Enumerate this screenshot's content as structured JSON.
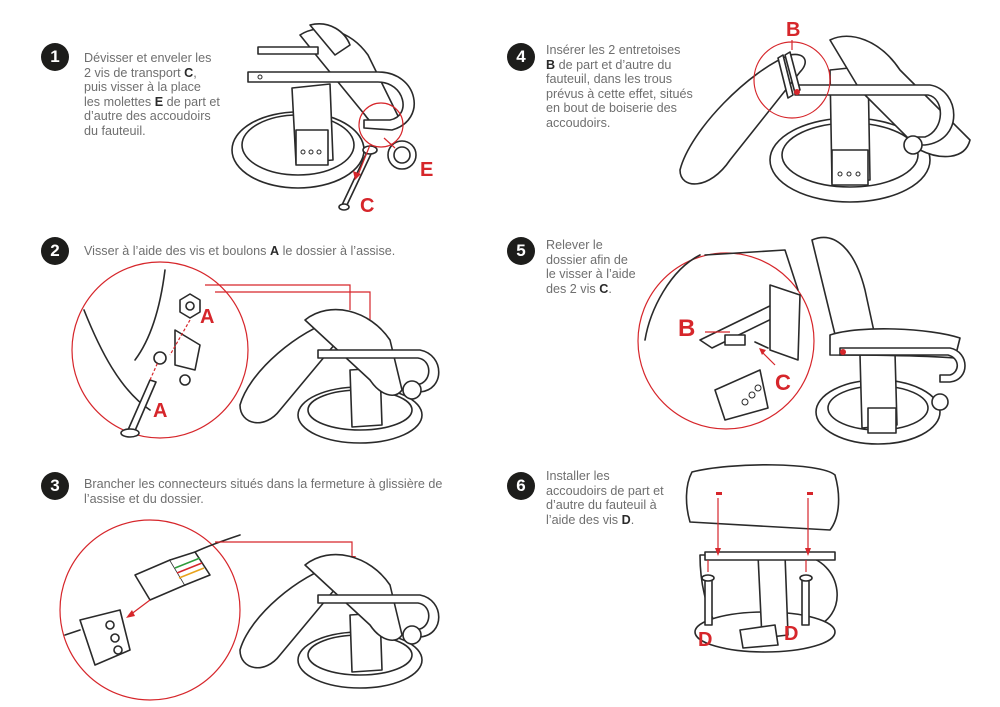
{
  "colors": {
    "accent": "#d6262b",
    "badge": "#1d1d1b",
    "text": "#6f6f6f",
    "bold": "#2a2a2a"
  },
  "steps": [
    {
      "number": "1",
      "text_html": "Dévisser et enveler les<br>2 vis de transport <b>C</b>,<br>puis visser à la place<br>les molettes <b>E</b> de part et<br>d’autre des accoudoirs<br>du fauteuil.",
      "labels": [
        "C",
        "E"
      ]
    },
    {
      "number": "2",
      "text_html": "Visser à l’aide des vis et boulons <b>A</b> le dossier à l’assise.",
      "labels": [
        "A",
        "A"
      ]
    },
    {
      "number": "3",
      "text_html": "Brancher les connecteurs situés dans la fermeture à glissière de<br>l’assise et du dossier.",
      "labels": []
    },
    {
      "number": "4",
      "text_html": "Insérer les 2 entretoises<br><b>B</b> de part et d’autre du<br>fauteuil, dans les trous<br>prévus à cette effet, situés<br>en bout de boiserie des<br>accoudoirs.",
      "labels": [
        "B"
      ]
    },
    {
      "number": "5",
      "text_html": "Relever le<br>dossier afin de<br>le visser à l’aide<br>des 2 vis <b>C</b>.",
      "labels": [
        "B",
        "C"
      ]
    },
    {
      "number": "6",
      "text_html": "Installer les<br>accoudoirs de part et<br>d’autre du fauteuil à<br>l’aide des vis <b>D</b>.",
      "labels": [
        "D",
        "D"
      ]
    }
  ]
}
